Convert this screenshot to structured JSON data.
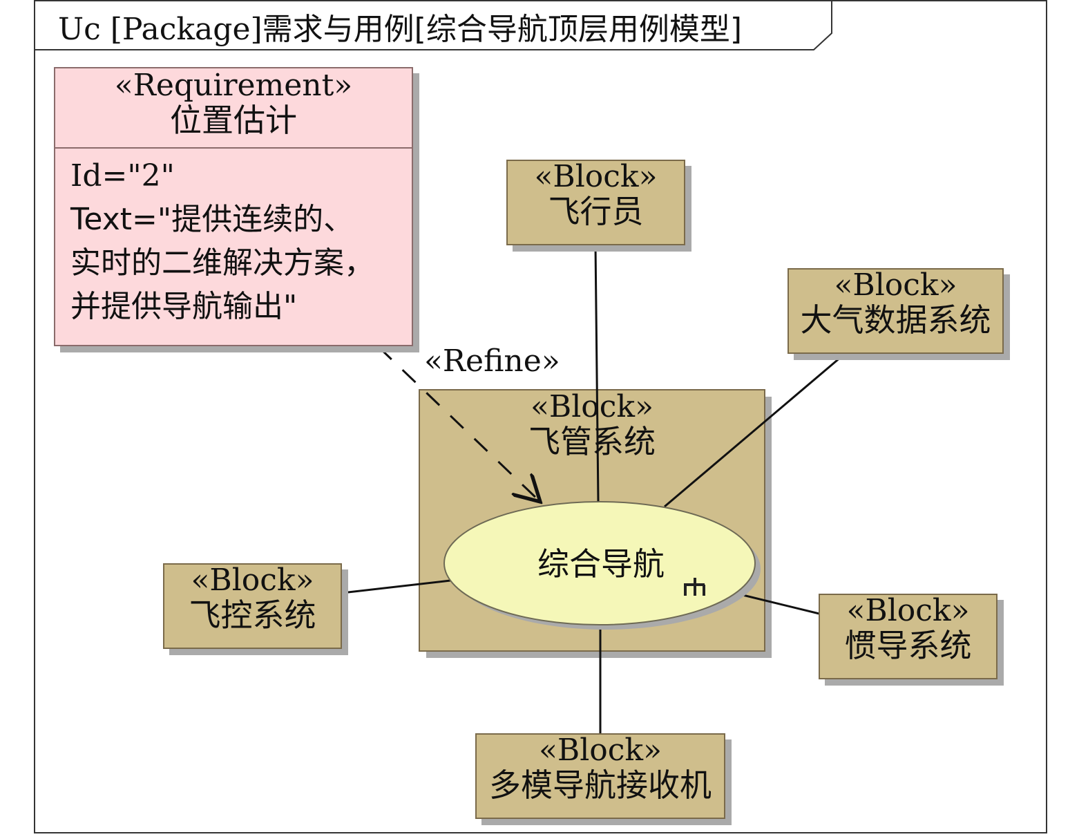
{
  "diagram": {
    "frame_title": {
      "prefix": "Uc [Package]",
      "text": "需求与用例[综合导航顶层用例模型]"
    },
    "requirement": {
      "stereotype": "«Requirement»",
      "name": "位置估计",
      "id_line": "Id=\"2\"",
      "text_lines": [
        "Text=\"提供连续的、",
        "实时的二维解决方案，",
        "并提供导航输出\""
      ]
    },
    "refine_label": "«Refine»",
    "subject": {
      "stereotype": "«Block»",
      "name": "飞管系统"
    },
    "use_case": {
      "name": "综合导航"
    },
    "actors": {
      "pilot": {
        "stereotype": "«Block»",
        "name": "飞行员"
      },
      "air_data": {
        "stereotype": "«Block»",
        "name": "大气数据系统"
      },
      "flight_control": {
        "stereotype": "«Block»",
        "name": "飞控系统"
      },
      "inertial": {
        "stereotype": "«Block»",
        "name": "惯导系统"
      },
      "gnss": {
        "stereotype": "«Block»",
        "name": "多模导航接收机"
      }
    },
    "colors": {
      "block_fill": "#cfbe8c",
      "requirement_fill": "#fdd9dc",
      "use_case_fill": "#f5f7b8",
      "shadow": "#aaaaaa"
    }
  }
}
